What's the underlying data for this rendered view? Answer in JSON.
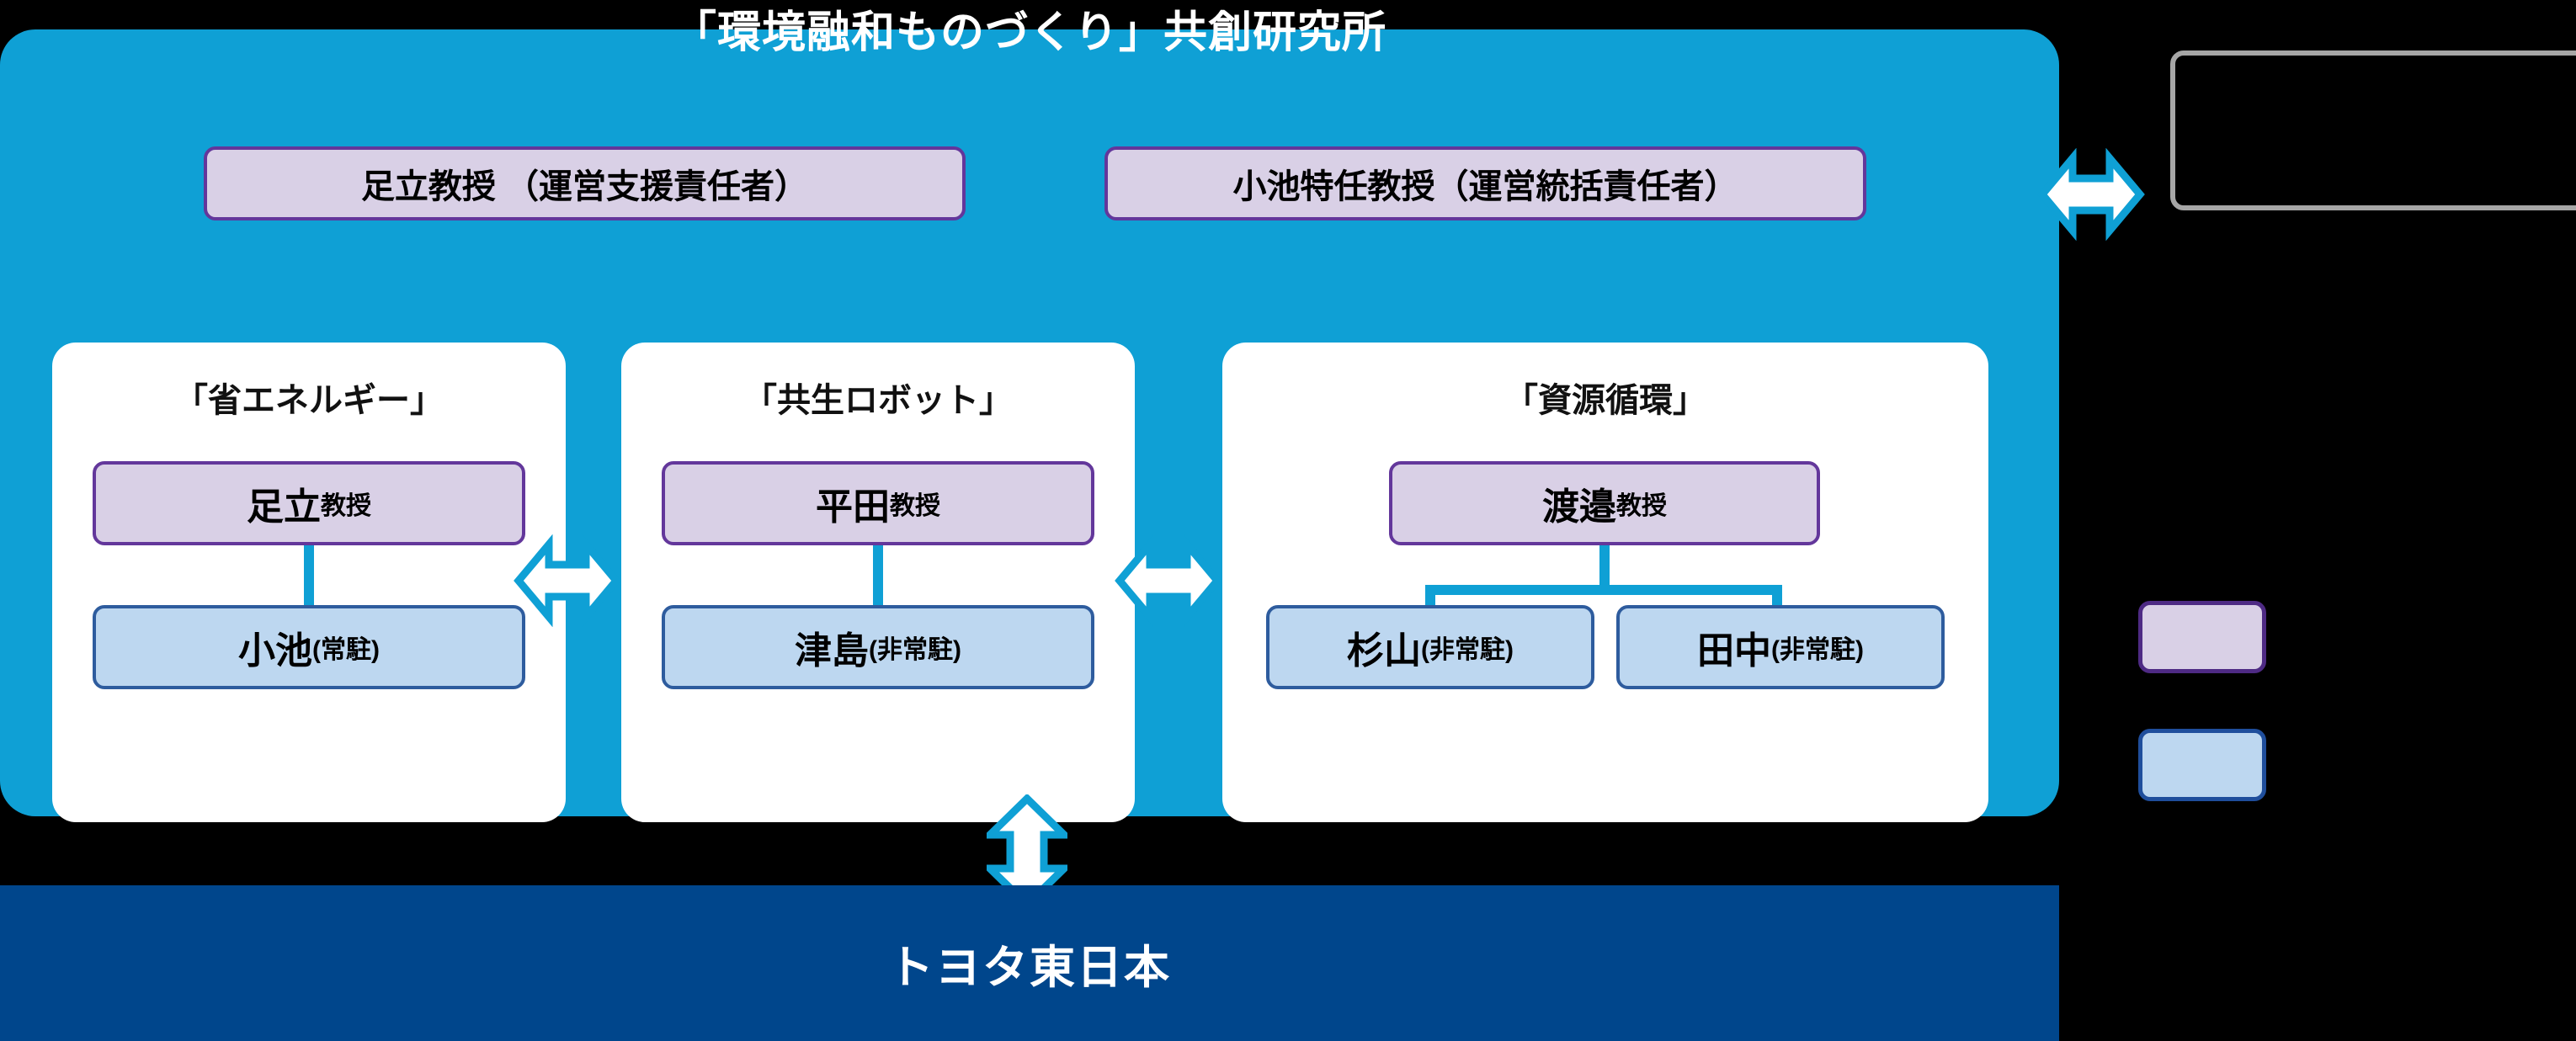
{
  "institute": {
    "title": "「環境融和ものづくり」共創研究所",
    "panel_color": "#0FA0D5"
  },
  "leadership": [
    {
      "id": "support",
      "label": "足立教授 （運営支援責任者）"
    },
    {
      "id": "director",
      "label": "小池特任教授（運営統括責任者）"
    }
  ],
  "themes": [
    {
      "title": "「省エネルギー」",
      "lead": {
        "name": "足立",
        "title": "教授"
      },
      "members": [
        {
          "name": "小池",
          "status": "(常駐)"
        }
      ]
    },
    {
      "title": "「共生ロボット」",
      "lead": {
        "name": "平田",
        "title": "教授"
      },
      "members": [
        {
          "name": "津島",
          "status": "(非常駐)"
        }
      ]
    },
    {
      "title": "「資源循環」",
      "lead": {
        "name": "渡邉",
        "title": "教授"
      },
      "members": [
        {
          "name": "杉山",
          "status": "(非常駐)"
        },
        {
          "name": "田中",
          "status": "(非常駐)"
        }
      ]
    }
  ],
  "partner": {
    "label": "トヨタ東日本",
    "bar_color": "#00468C"
  },
  "legend": {
    "professor_swatch_color": "#D9D0E6",
    "professor_swatch_border": "#4E2A84",
    "staff_swatch_color": "#BDD7F0",
    "staff_swatch_border": "#1F4E9C",
    "placeholder_border_color": "#A6A6A6"
  },
  "arrows": {
    "outline_color": "#0FA0D5",
    "fill_color": "#FFFFFF"
  }
}
